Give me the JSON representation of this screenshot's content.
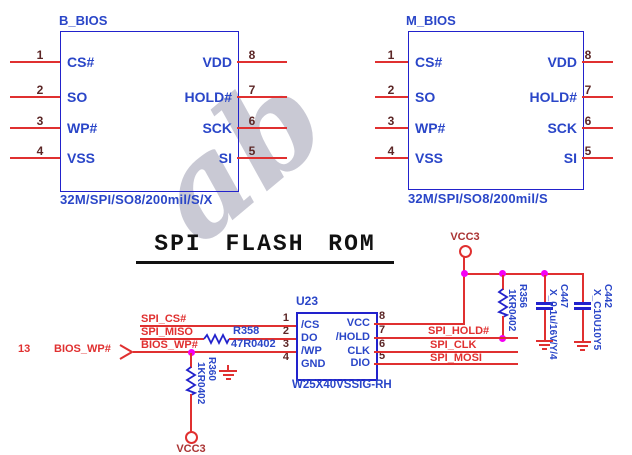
{
  "title": {
    "text": "SPI FLASH ROM"
  },
  "watermark": "ab",
  "chips": {
    "b_bios": {
      "title": "B_BIOS",
      "footprint": "32M/SPI/SO8/200mil/S/X",
      "left_pins": [
        {
          "num": "1",
          "label": "CS#"
        },
        {
          "num": "2",
          "label": "SO"
        },
        {
          "num": "3",
          "label": "WP#"
        },
        {
          "num": "4",
          "label": "VSS"
        }
      ],
      "right_pins": [
        {
          "num": "8",
          "label": "VDD"
        },
        {
          "num": "7",
          "label": "HOLD#"
        },
        {
          "num": "6",
          "label": "SCK"
        },
        {
          "num": "5",
          "label": "SI"
        }
      ]
    },
    "m_bios": {
      "title": "M_BIOS",
      "footprint": "32M/SPI/SO8/200mil/S",
      "left_pins": [
        {
          "num": "1",
          "label": "CS#"
        },
        {
          "num": "2",
          "label": "SO"
        },
        {
          "num": "3",
          "label": "WP#"
        },
        {
          "num": "4",
          "label": "VSS"
        }
      ],
      "right_pins": [
        {
          "num": "8",
          "label": "VDD"
        },
        {
          "num": "7",
          "label": "HOLD#"
        },
        {
          "num": "6",
          "label": "SCK"
        },
        {
          "num": "5",
          "label": "SI"
        }
      ]
    },
    "u23": {
      "refdes": "U23",
      "part": "W25X40VSSIG-RH",
      "left_pins": [
        {
          "num": "1",
          "label": "/CS"
        },
        {
          "num": "2",
          "label": "DO"
        },
        {
          "num": "3",
          "label": "/WP"
        },
        {
          "num": "4",
          "label": "GND"
        }
      ],
      "right_pins": [
        {
          "num": "8",
          "label": "VCC"
        },
        {
          "num": "7",
          "label": "/HOLD"
        },
        {
          "num": "6",
          "label": "CLK"
        },
        {
          "num": "5",
          "label": "DIO"
        }
      ]
    }
  },
  "nets": {
    "page_ref": "13",
    "bios_wp_port": "BIOS_WP#",
    "spi_cs": "SPI_CS#",
    "spi_miso": "SPI_MISO",
    "bios_wp": "BIOS_WP#",
    "spi_hold": "SPI_HOLD#",
    "spi_clk": "SPI_CLK",
    "spi_mosi": "SPI_MOSI"
  },
  "power": {
    "vcc3_top": "VCC3",
    "vcc3_bottom": "VCC3"
  },
  "components": {
    "r358": {
      "refdes": "R358",
      "value": "47R0402"
    },
    "r360": {
      "refdes": "R360",
      "value": "1KR0402"
    },
    "r356": {
      "refdes": "R356",
      "value": "1KR0402"
    },
    "c447": {
      "refdes": "C447",
      "value": "X_0.1u/16V/Y/4"
    },
    "c442": {
      "refdes": "C442",
      "value": "X_C10U10Y5"
    }
  },
  "colors": {
    "wire": "#e03030",
    "symbol_blue": "#2222cc",
    "label_blue": "#2a46c8",
    "junction": "#f400f4",
    "pin_number": "#5c2626"
  }
}
